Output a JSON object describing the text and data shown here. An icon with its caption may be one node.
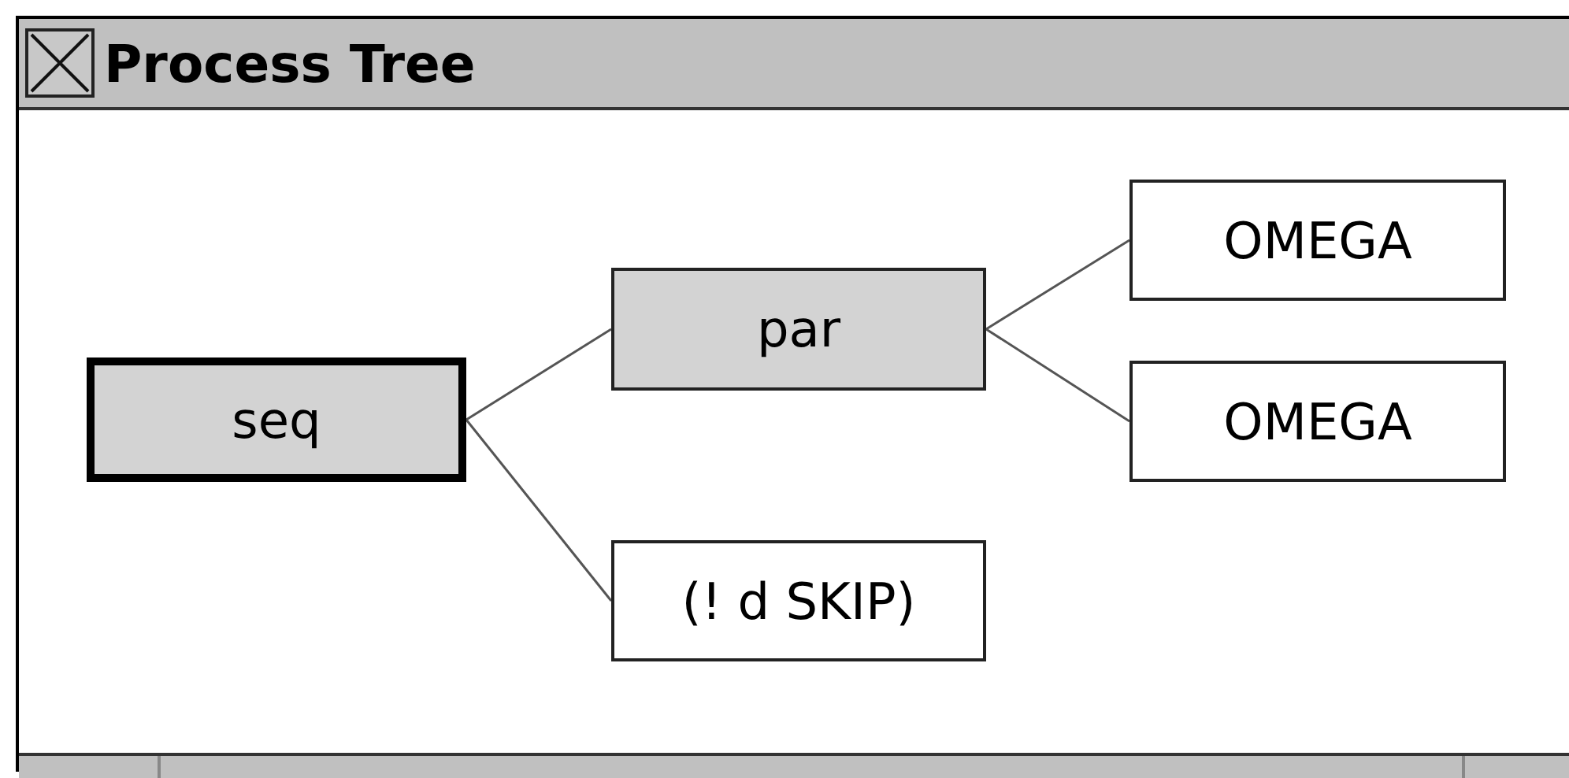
{
  "diagram": {
    "title": "Process Tree",
    "nodes": [
      {
        "text": [
          "seq"
        ]
      },
      {
        "text": [
          "par"
        ]
      },
      {
        "text": [
          "OMEGA"
        ]
      },
      {
        "text": [
          "OMEGA"
        ]
      },
      {
        "text": [
          "(! d SKIP)"
        ]
      }
    ],
    "edges": [
      {
        "from": 0,
        "to": 1,
        "arrow": "none"
      },
      {
        "from": 0,
        "to": 4,
        "arrow": "none"
      },
      {
        "from": 1,
        "to": 2,
        "arrow": "none"
      },
      {
        "from": 1,
        "to": 3,
        "arrow": "none"
      }
    ]
  }
}
